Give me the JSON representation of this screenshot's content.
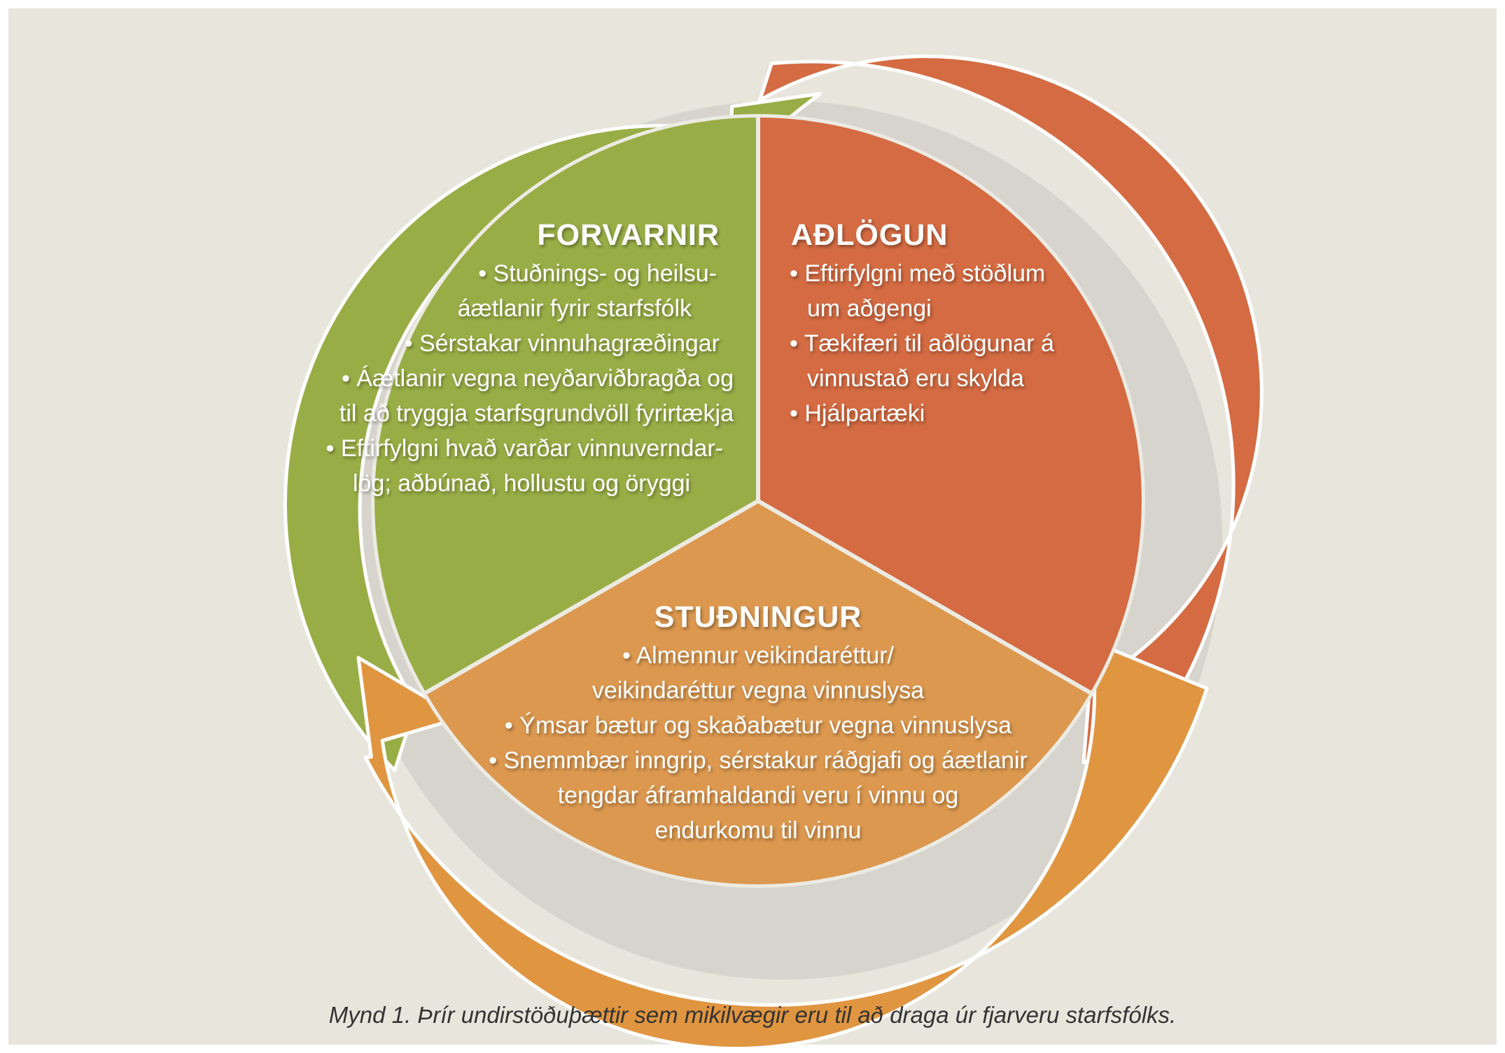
{
  "colors": {
    "background": "#e8e5dc",
    "forvarnir": "#99ad46",
    "adlogun": "#d46b42",
    "studningur": "#dc984f",
    "studningur_arrow": "#e09541",
    "divider": "#ecebe3",
    "text": "#ffffff"
  },
  "sections": {
    "forvarnir": {
      "title": "FORVARNIR",
      "items": [
        "• Stuðnings- og heilsu-",
        "áætlanir fyrir starfsfólk",
        "• Sérstakar vinnuhagræðingar",
        "• Áætlanir vegna neyðarviðbragða og",
        "til að tryggja starfsgrundvöll fyrirtækja",
        "• Eftirfylgni hvað varðar vinnuverndar-",
        "lög; aðbúnað, hollustu og öryggi"
      ]
    },
    "adlogun": {
      "title": "AÐLÖGUN",
      "items": [
        "• Eftirfylgni með stöðlum",
        "um aðgengi",
        "• Tækifæri til aðlögunar á",
        "vinnustað eru skylda",
        "• Hjálpartæki"
      ]
    },
    "studningur": {
      "title": "STUÐNINGUR",
      "items": [
        "• Almennur veikindaréttur/",
        "veikindaréttur vegna vinnuslysa",
        "• Ýmsar bætur og skaðabætur vegna vinnuslysa",
        "• Snemmbær inngrip, sérstakur ráðgjafi og áætlanir",
        "tengdar áframhaldandi veru í vinnu og",
        "endurkomu til vinnu"
      ]
    }
  },
  "caption": "Mynd 1. Þrír undirstöðuþættir sem mikilvægir eru til að draga úr fjarveru starfsfólks."
}
